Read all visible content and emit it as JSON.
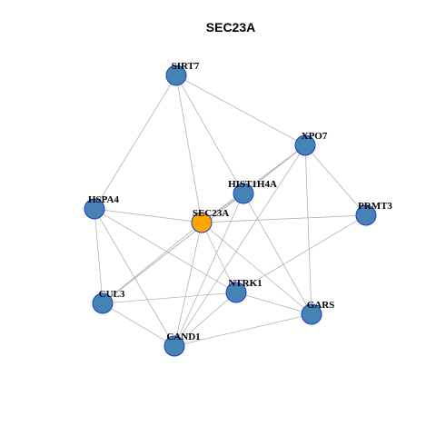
{
  "title": "SEC23A",
  "colors": {
    "background": "#ffffff",
    "edge": "#b3b3b3",
    "node_fill": "#4682b4",
    "center_fill": "#ffa500",
    "node_stroke": "#1a3cc8"
  },
  "center": "SEC23A",
  "nodes": [
    {
      "id": "SIRT7",
      "label": "SIRT7"
    },
    {
      "id": "XPO7",
      "label": "XPO7"
    },
    {
      "id": "HIST1H4A",
      "label": "HIST1H4A"
    },
    {
      "id": "HSPA4",
      "label": "HSPA4"
    },
    {
      "id": "SEC23A",
      "label": "SEC23A"
    },
    {
      "id": "PRMT3",
      "label": "PRMT3"
    },
    {
      "id": "NTRK1",
      "label": "NTRK1"
    },
    {
      "id": "CUL3",
      "label": "CUL3"
    },
    {
      "id": "GARS",
      "label": "GARS"
    },
    {
      "id": "CAND1",
      "label": "CAND1"
    }
  ],
  "edges": [
    [
      "SIRT7",
      "XPO7"
    ],
    [
      "SIRT7",
      "HSPA4"
    ],
    [
      "SIRT7",
      "SEC23A"
    ],
    [
      "SIRT7",
      "HIST1H4A"
    ],
    [
      "XPO7",
      "HIST1H4A"
    ],
    [
      "XPO7",
      "PRMT3"
    ],
    [
      "XPO7",
      "SEC23A"
    ],
    [
      "XPO7",
      "CUL3"
    ],
    [
      "XPO7",
      "GARS"
    ],
    [
      "XPO7",
      "CAND1"
    ],
    [
      "HIST1H4A",
      "SEC23A"
    ],
    [
      "HIST1H4A",
      "CUL3"
    ],
    [
      "HIST1H4A",
      "CAND1"
    ],
    [
      "HIST1H4A",
      "GARS"
    ],
    [
      "HSPA4",
      "SEC23A"
    ],
    [
      "HSPA4",
      "CUL3"
    ],
    [
      "HSPA4",
      "CAND1"
    ],
    [
      "HSPA4",
      "NTRK1"
    ],
    [
      "SEC23A",
      "PRMT3"
    ],
    [
      "SEC23A",
      "CUL3"
    ],
    [
      "SEC23A",
      "NTRK1"
    ],
    [
      "SEC23A",
      "CAND1"
    ],
    [
      "SEC23A",
      "GARS"
    ],
    [
      "PRMT3",
      "NTRK1"
    ],
    [
      "NTRK1",
      "CUL3"
    ],
    [
      "NTRK1",
      "CAND1"
    ],
    [
      "NTRK1",
      "GARS"
    ],
    [
      "CUL3",
      "CAND1"
    ],
    [
      "CAND1",
      "GARS"
    ]
  ]
}
